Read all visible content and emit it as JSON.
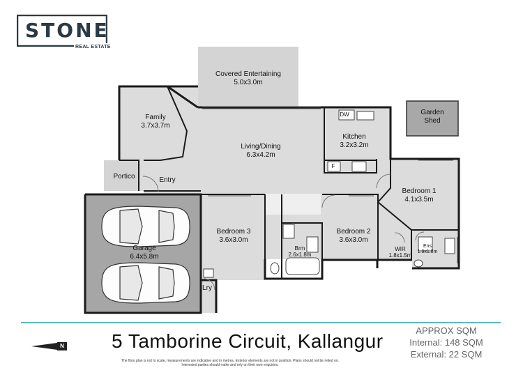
{
  "brand": {
    "name": "STONE",
    "sub": "REAL ESTATE"
  },
  "rooms": {
    "covered_entertaining": {
      "name": "Covered Entertaining",
      "size": "5.0x3.0m"
    },
    "family": {
      "name": "Family",
      "size": "3.7x3.7m"
    },
    "living_dining": {
      "name": "Living/Dining",
      "size": "6.3x4.2m"
    },
    "kitchen": {
      "name": "Kitchen",
      "size": "3.2x3.2m"
    },
    "garden_shed": {
      "name": "Garden Shed"
    },
    "portico": {
      "name": "Portico"
    },
    "entry": {
      "name": "Entry"
    },
    "bedroom1": {
      "name": "Bedroom 1",
      "size": "4.1x3.5m"
    },
    "bedroom3": {
      "name": "Bedroom 3",
      "size": "3.6x3.0m"
    },
    "bedroom2": {
      "name": "Bedroom 2",
      "size": "3.6x3.0m"
    },
    "brm": {
      "name": "Brm",
      "size": "2.6x1.8m"
    },
    "wir": {
      "name": "WIR",
      "size": "1.8x1.5m"
    },
    "ens": {
      "name": "Ens",
      "size": "1.9x1.8m"
    },
    "garage": {
      "name": "Garage",
      "size": "6.4x5.8m"
    },
    "lry": {
      "name": "Lry"
    }
  },
  "fixtures": {
    "dw": "DW",
    "fridge": "F"
  },
  "footer": {
    "address": "5 Tamborine Circuit, Kallangur",
    "disclaimer": "The floor plan is not to scale, measurements are indicative and in metres. Exterior elements are not in position. Plans should not be relied on. Interested parties should make and rely on their own enquiries.",
    "approx_title": "APPROX SQM",
    "internal": "Internal: 148 SQM",
    "external": "External: 22 SQM"
  },
  "north_label": "N"
}
